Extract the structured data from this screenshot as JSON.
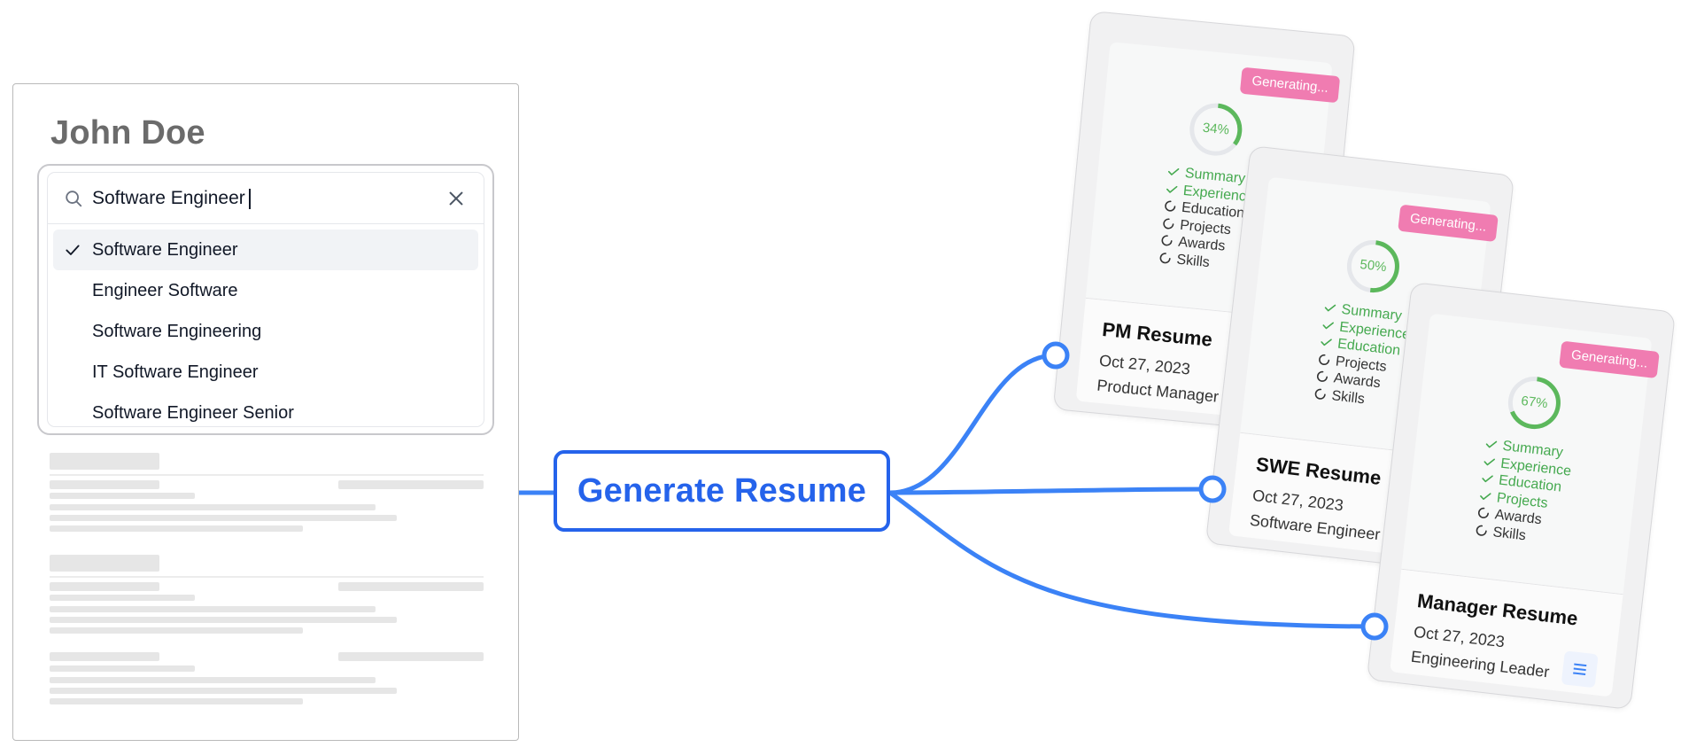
{
  "doc": {
    "name": "John Doe",
    "search": {
      "value": "Software Engineer",
      "placeholder": ""
    },
    "options": [
      {
        "label": "Software Engineer",
        "selected": true
      },
      {
        "label": "Engineer Software",
        "selected": false
      },
      {
        "label": "Software Engineering",
        "selected": false
      },
      {
        "label": "IT Software Engineer",
        "selected": false
      },
      {
        "label": "Software Engineer Senior",
        "selected": false
      }
    ]
  },
  "button": {
    "label": "Generate Resume"
  },
  "cards": [
    {
      "title": "PM Resume",
      "date": "Oct 27, 2023",
      "role": "Product Manager",
      "status": "Generating...",
      "progress": 34,
      "progress_label": "34%",
      "steps": [
        {
          "label": "Summary",
          "done": true
        },
        {
          "label": "Experience",
          "done": true
        },
        {
          "label": "Education",
          "done": false
        },
        {
          "label": "Projects",
          "done": false
        },
        {
          "label": "Awards",
          "done": false
        },
        {
          "label": "Skills",
          "done": false
        }
      ]
    },
    {
      "title": "SWE Resume",
      "date": "Oct 27, 2023",
      "role": "Software Engineer",
      "status": "Generating...",
      "progress": 50,
      "progress_label": "50%",
      "steps": [
        {
          "label": "Summary",
          "done": true
        },
        {
          "label": "Experience",
          "done": true
        },
        {
          "label": "Education",
          "done": true
        },
        {
          "label": "Projects",
          "done": false
        },
        {
          "label": "Awards",
          "done": false
        },
        {
          "label": "Skills",
          "done": false
        }
      ]
    },
    {
      "title": "Manager Resume",
      "date": "Oct 27, 2023",
      "role": "Engineering Leader",
      "status": "Generating...",
      "progress": 67,
      "progress_label": "67%",
      "steps": [
        {
          "label": "Summary",
          "done": true
        },
        {
          "label": "Experience",
          "done": true
        },
        {
          "label": "Education",
          "done": true
        },
        {
          "label": "Projects",
          "done": true
        },
        {
          "label": "Awards",
          "done": false
        },
        {
          "label": "Skills",
          "done": false
        }
      ]
    }
  ],
  "colors": {
    "accent": "#2563eb",
    "connector": "#3b82f6",
    "success": "#45a94f",
    "badge": "#f07cb1"
  },
  "icons": {
    "search": "search-icon",
    "clear": "close-icon",
    "check": "check-icon",
    "menu": "menu-icon"
  }
}
